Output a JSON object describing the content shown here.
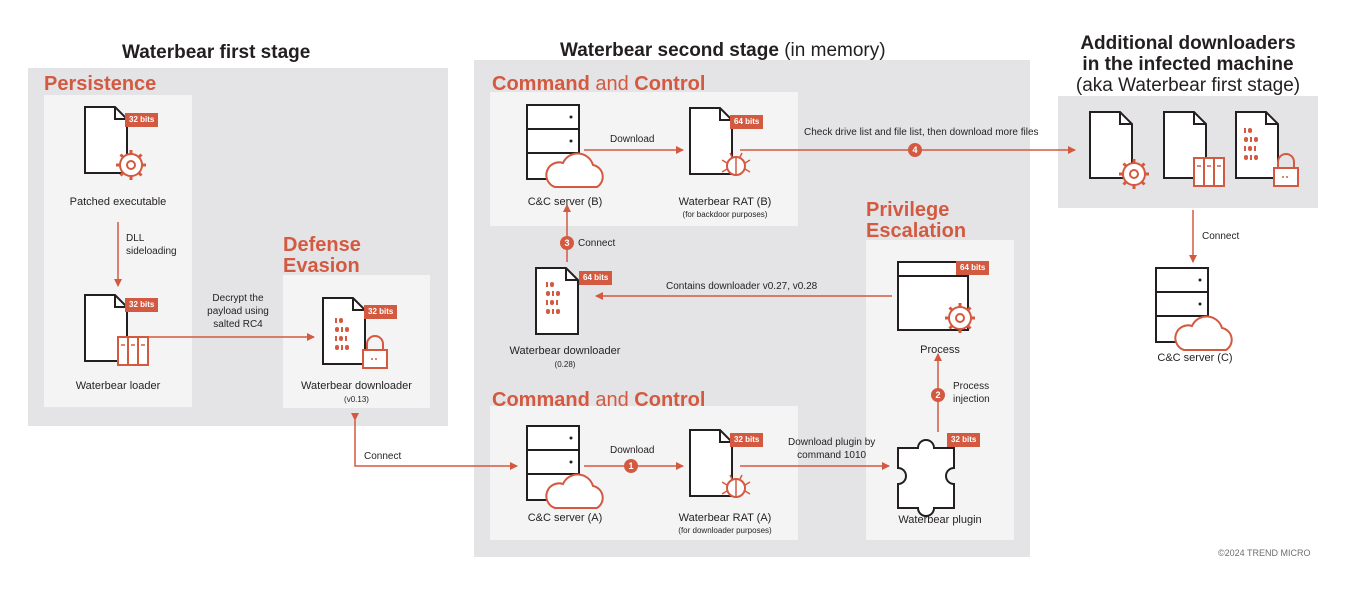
{
  "stages": {
    "first": "Waterbear first stage",
    "second_bold": "Waterbear second stage",
    "second_light": "(in memory)",
    "right_line1": "Additional downloaders",
    "right_line2": "in the infected machine",
    "right_line3": "(aka Waterbear first stage)"
  },
  "sections": {
    "persistence": "Persistence",
    "defense_1": "Defense",
    "defense_2": "Evasion",
    "cc_bold_1": "Command",
    "cc_and": "and",
    "cc_bold_2": "Control",
    "priv_1": "Privilege",
    "priv_2": "Escalation"
  },
  "nodes": {
    "patched_exe": "Patched executable",
    "loader": "Waterbear loader",
    "downloader_v013": "Waterbear downloader",
    "downloader_v013_sub": "(v0.13)",
    "cc_b": "C&C server (B)",
    "rat_b": "Waterbear RAT (B)",
    "rat_b_sub": "(for backdoor purposes)",
    "downloader_028": "Waterbear downloader",
    "downloader_028_sub": "(0.28)",
    "process": "Process",
    "cc_a": "C&C server (A)",
    "rat_a": "Waterbear RAT (A)",
    "rat_a_sub": "(for downloader purposes)",
    "plugin": "Waterbear plugin",
    "cc_c": "C&C server (C)"
  },
  "badges": {
    "b32": "32 bits",
    "b64": "64 bits"
  },
  "edges": {
    "dll_1": "DLL",
    "dll_2": "sideloading",
    "decrypt_1": "Decrypt the",
    "decrypt_2": "payload using",
    "decrypt_3": "salted RC4",
    "connect": "Connect",
    "download": "Download",
    "download_plugin_1": "Download plugin by",
    "download_plugin_2": "command 1010",
    "process_inj_1": "Process",
    "process_inj_2": "injection",
    "contains": "Contains downloader v0.27, v0.28",
    "check_drive": "Check drive list and file list, then download more files"
  },
  "steps": [
    "1",
    "2",
    "3",
    "4"
  ],
  "copyright": "©2024 TREND MICRO",
  "colors": {
    "accent": "#d35a40",
    "region": "#e4e4e7",
    "panel": "#f4f4f5",
    "ink": "#231f20"
  }
}
